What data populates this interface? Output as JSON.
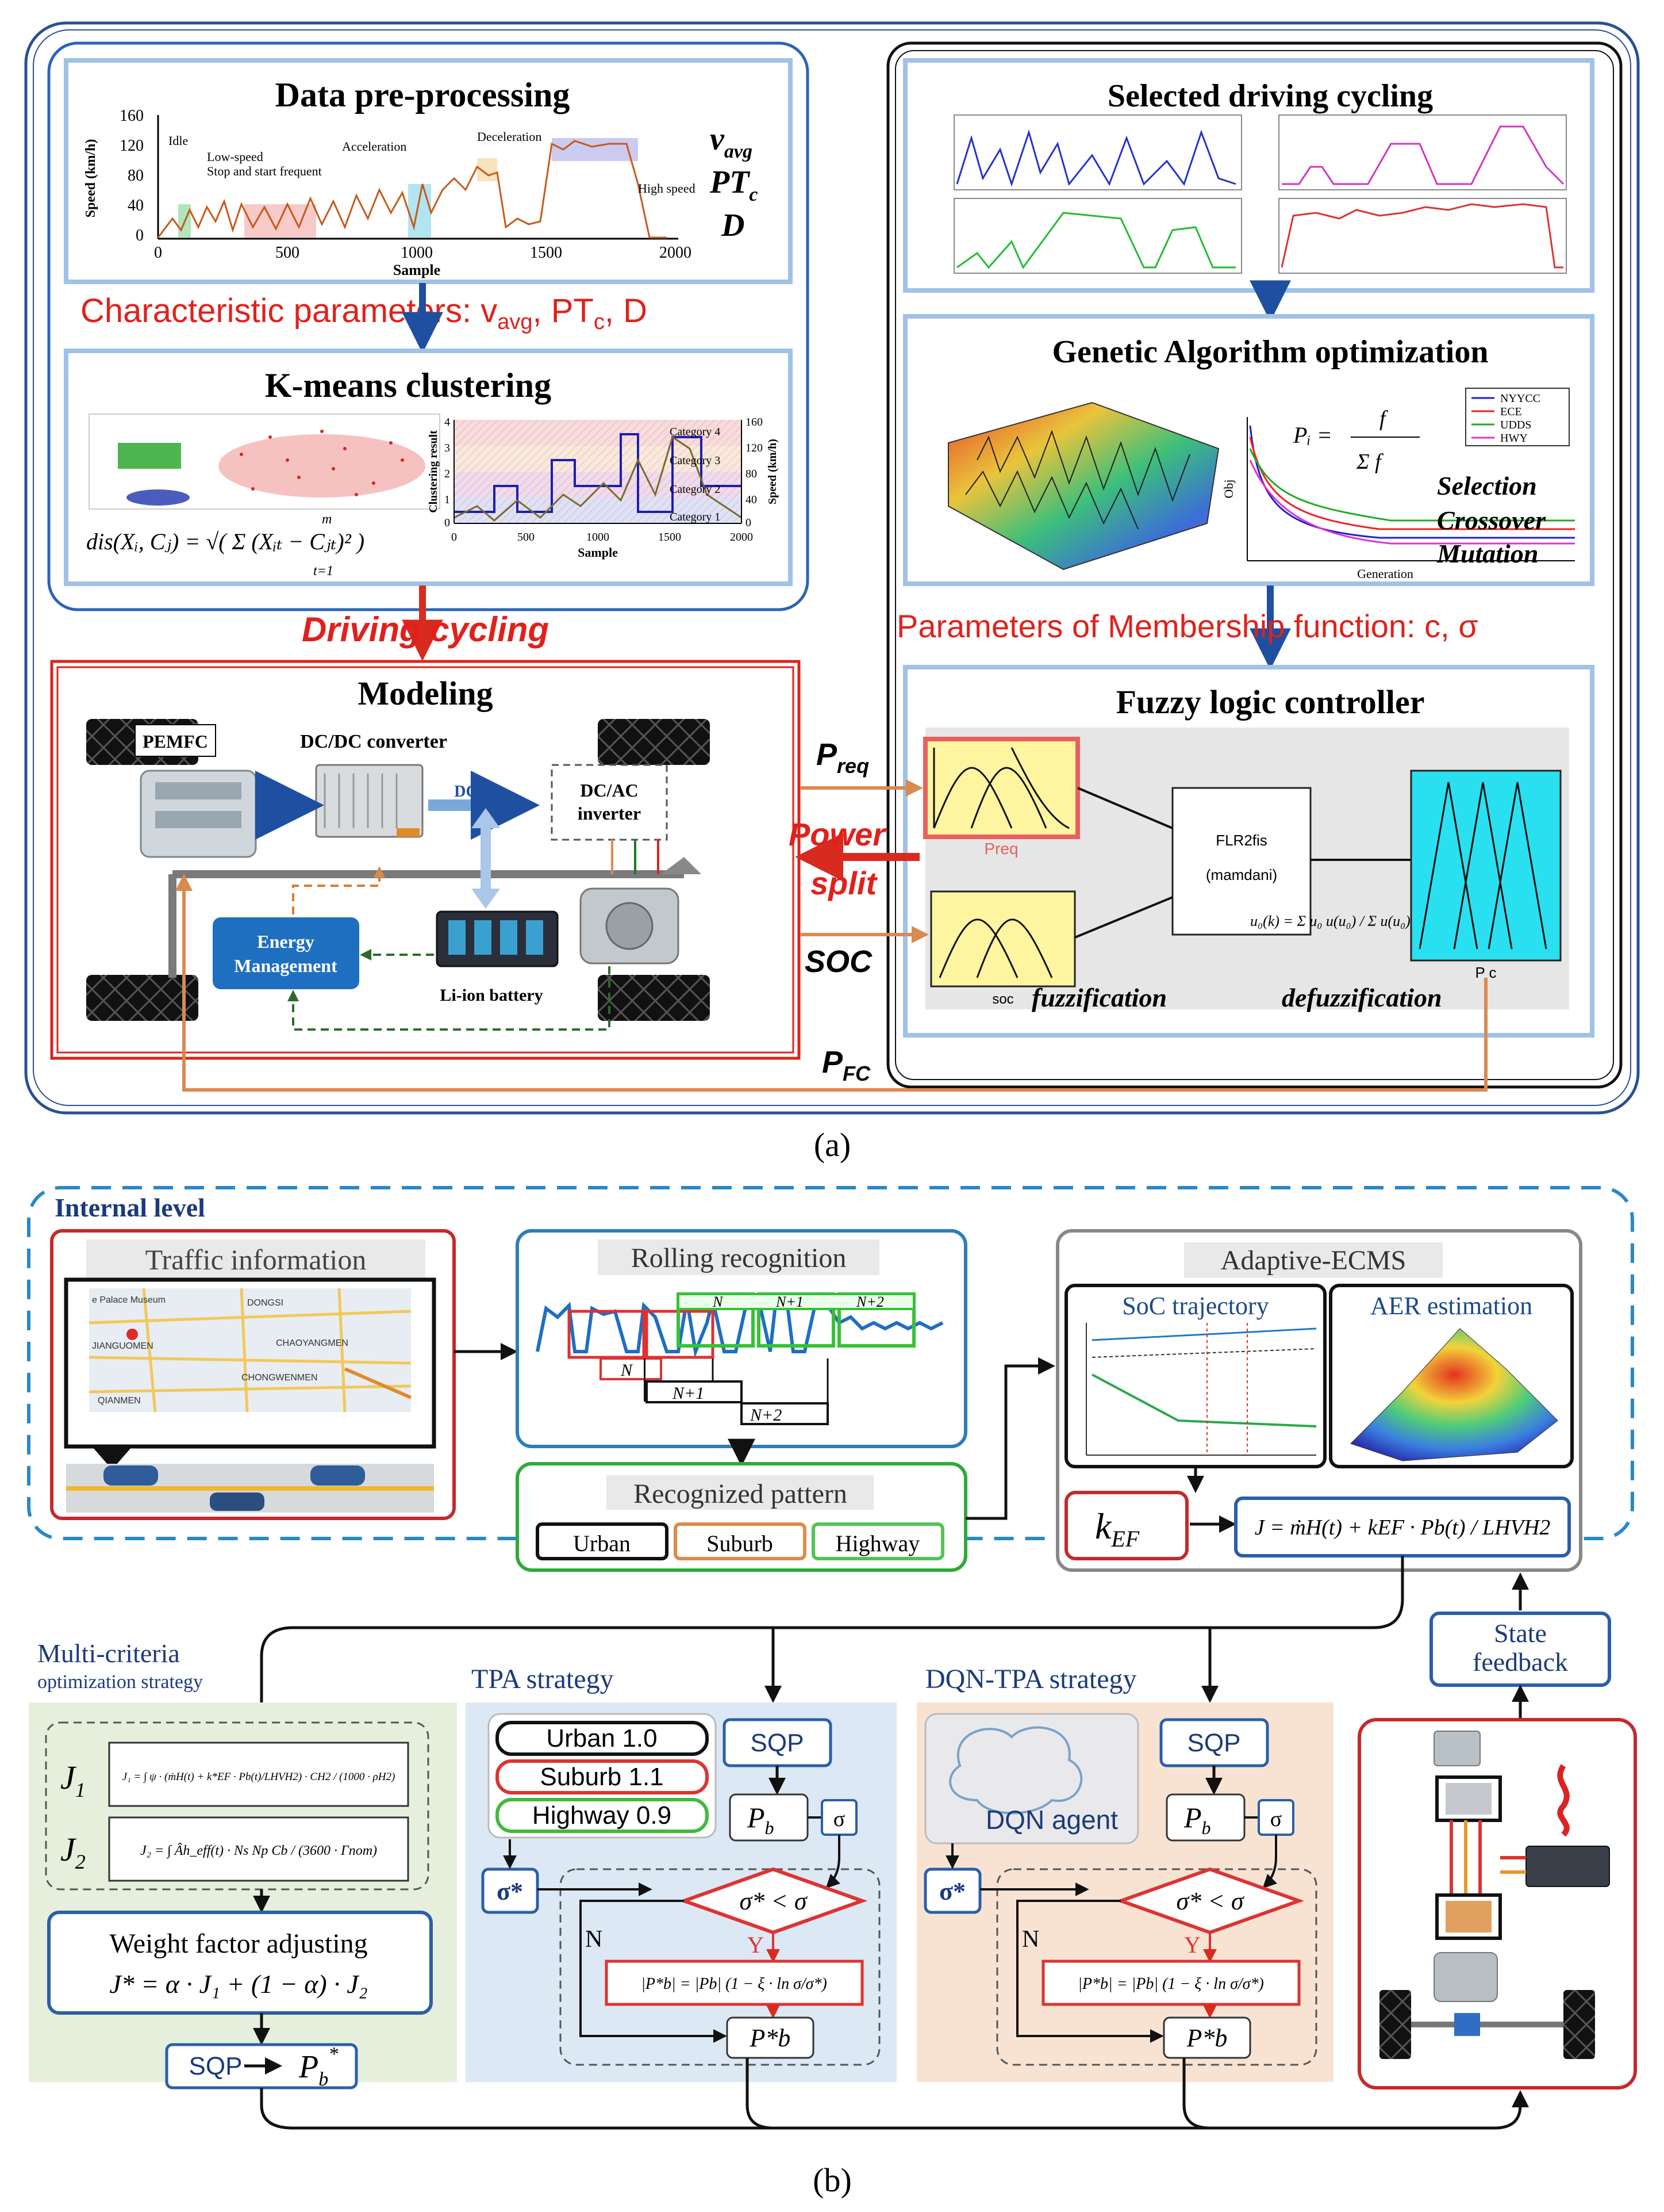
{
  "panel_a": {
    "caption": "(a)",
    "data_preprocessing": {
      "title": "Data pre-processing",
      "y_label": "Speed (km/h)",
      "x_label": "Sample",
      "y_ticks": [
        "160",
        "120",
        "80",
        "40",
        "0"
      ],
      "x_ticks": [
        "0",
        "500",
        "1000",
        "1500",
        "2000"
      ],
      "annotations": [
        "Idle",
        "Low-speed",
        "Stop and start frequent",
        "Acceleration",
        "Deceleration",
        "High speed"
      ],
      "side_params": [
        "v",
        "avg",
        "PT",
        "c",
        "D"
      ]
    },
    "char_params": {
      "prefix": "Characteristic parameters: v",
      "sub1": "avg",
      "mid": ", PT",
      "sub2": "c",
      "end": ", D"
    },
    "kmeans": {
      "title": "K-means clustering",
      "formula": "dis(Xᵢ, Cⱼ) = √( Σ (Xᵢₜ − Cⱼₜ)² )",
      "formula_upper": "m",
      "formula_lower": "t=1",
      "categories": [
        "Category 4",
        "Category 3",
        "Category 2",
        "Category 1"
      ],
      "y_label_left": "Clustering result",
      "y_label_right": "Speed (km/h)",
      "x_label": "Sample",
      "x_ticks": [
        "0",
        "500",
        "1000",
        "1500",
        "2000"
      ],
      "y_ticks_left": [
        "4",
        "3",
        "2",
        "1",
        "0"
      ],
      "y_ticks_right": [
        "160",
        "120",
        "80",
        "40",
        "0"
      ]
    },
    "driving_cycling": "Driving cycling",
    "modeling": {
      "title": "Modeling",
      "pemfc": "PEMFC",
      "dcdc": "DC/DC converter",
      "dcbus": "DC bus",
      "dcac_line1": "DC/AC",
      "dcac_line2": "inverter",
      "energy_line1": "Energy",
      "energy_line2": "Management",
      "battery": "Li-ion battery"
    },
    "signals": {
      "preq": "P",
      "preq_sub": "req",
      "soc": "SOC",
      "pfc": "P",
      "pfc_sub": "FC",
      "power_split_1": "Power",
      "power_split_2": "split"
    },
    "selected_cycling": {
      "title": "Selected driving cycling"
    },
    "ga": {
      "title": "Genetic Algorithm optimization",
      "legend": [
        "NYYCC",
        "ECE",
        "UDDS",
        "HWY"
      ],
      "formula_lhs": "Pᵢ =",
      "formula_num": "f",
      "formula_den": "Σ f",
      "ops": [
        "Selection",
        "Crossover",
        "Mutation"
      ],
      "x_label": "Generation",
      "y_label": "Obj"
    },
    "membership": "Parameters of Membership function: c, σ",
    "flc": {
      "title": "Fuzzy logic controller",
      "preq": "Preq",
      "soc": "soc",
      "fis_line1": "FLR2fis",
      "fis_line2": "(mamdani)",
      "pc": "P c",
      "fuzzification": "fuzzification",
      "defuzzification": "defuzzification",
      "defuzz_formula": "u₀(k) = Σ u₀ u(u₀) / Σ u(u₀)"
    }
  },
  "panel_b": {
    "caption": "(b)",
    "internal_level": "Internal level",
    "traffic_info": {
      "title": "Traffic information",
      "map_labels": [
        "e Palace Museum",
        "DONGSI",
        "JIANGUOMEN",
        "CHAOYANGMEN",
        "CHONGWENMEN",
        "QIANMEN"
      ]
    },
    "rolling": {
      "title": "Rolling recognition",
      "windows_top": [
        "N",
        "N+1",
        "N+2"
      ],
      "windows_bottom": [
        "N",
        "N+1",
        "N+2"
      ]
    },
    "recognized": {
      "title": "Recognized pattern",
      "items": [
        "Urban",
        "Suburb",
        "Highway"
      ]
    },
    "aecms": {
      "title": "Adaptive-ECMS",
      "soc_traj": "SoC trajectory",
      "aer": "AER estimation",
      "kef": "k",
      "kef_sub": "EF",
      "j_formula": "J = ṁH(t) + kEF · Pb(t) / LHVH2"
    },
    "state_feedback": {
      "line1": "State",
      "line2": "feedback"
    },
    "multi": {
      "title_line1": "Multi-criteria",
      "title_line2": "optimization strategy",
      "j1": "J",
      "j1_sub": "1",
      "j2": "J",
      "j2_sub": "2",
      "j1_formula": "J₁ = ∫ ψ · (ṁH(t) + k*EF · Pb(t)/LHVH2) · CH2 / (1000 · ρH2)",
      "j2_formula": "J₂ = ∫ Âh_eff(t) · Ns Np Cb / (3600 · Γnom)",
      "weight_title": "Weight factor adjusting",
      "weight_formula": "J* = α · J₁ + (1 − α) · J₂",
      "sqp": "SQP",
      "pb_star": "P",
      "pb_star_sub": "b",
      "pb_star_sup": "*"
    },
    "tpa": {
      "title": "TPA strategy",
      "weights": [
        "Urban 1.0",
        "Suburb 1.1",
        "Highway 0.9"
      ],
      "sqp": "SQP",
      "pb": "P",
      "pb_sub": "b",
      "sigma": "σ",
      "sigma_star": "σ*",
      "cond": "σ* < σ",
      "n": "N",
      "y": "Y",
      "update": "|P*b| = |Pb| (1 − ξ · ln σ/σ*)",
      "result": "P*b"
    },
    "dqn": {
      "title": "DQN-TPA strategy",
      "agent": "DQN agent",
      "sqp": "SQP",
      "pb": "P",
      "pb_sub": "b",
      "sigma": "σ",
      "sigma_star": "σ*",
      "cond": "σ* < σ",
      "n": "N",
      "y": "Y",
      "update": "|P*b| = |Pb| (1 − ξ · ln σ/σ*)",
      "result": "P*b"
    }
  },
  "colors": {
    "blue_frame": "#2a4f94",
    "light_blue_box": "#9fc2e6",
    "red": "#e0211b",
    "orange": "#e08a4a",
    "green_panel": "#e6efdc",
    "blue_panel": "#dce8f4",
    "orange_panel": "#f8e3d3"
  }
}
